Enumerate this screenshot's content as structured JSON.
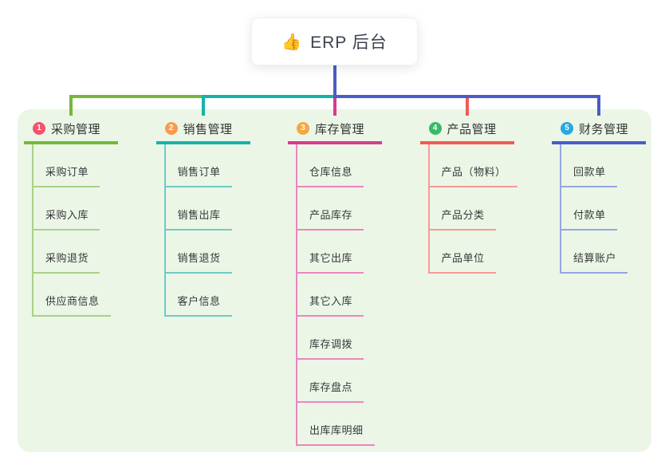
{
  "root": {
    "icon": "👍",
    "title": "ERP 后台"
  },
  "panel_color": "#ebf6e7",
  "trunk_color": "#4a5cc7",
  "branches": [
    {
      "num": "1",
      "label": "采购管理",
      "color": "#76b83b",
      "light_color": "#a9d183",
      "badge_color": "#f4536e",
      "items": [
        "采购订单",
        "采购入库",
        "采购退货",
        "供应商信息"
      ]
    },
    {
      "num": "2",
      "label": "销售管理",
      "color": "#14b3ab",
      "light_color": "#6fcbc3",
      "badge_color": "#fb9a4d",
      "items": [
        "销售订单",
        "销售出库",
        "销售退货",
        "客户信息"
      ]
    },
    {
      "num": "3",
      "label": "库存管理",
      "color": "#d93a8e",
      "light_color": "#ec85bf",
      "badge_color": "#f6a73e",
      "items": [
        "仓库信息",
        "产品库存",
        "其它出库",
        "其它入库",
        "库存调拨",
        "库存盘点",
        "出库库明细"
      ]
    },
    {
      "num": "4",
      "label": "产品管理",
      "color": "#f25b52",
      "light_color": "#f59b95",
      "badge_color": "#36bb66",
      "items": [
        "产品（物料）",
        "产品分类",
        "产品单位"
      ]
    },
    {
      "num": "5",
      "label": "财务管理",
      "color": "#4a5cc7",
      "light_color": "#94a7e0",
      "badge_color": "#29a7e1",
      "items": [
        "回款单",
        "付款单",
        "结算账户"
      ]
    }
  ]
}
